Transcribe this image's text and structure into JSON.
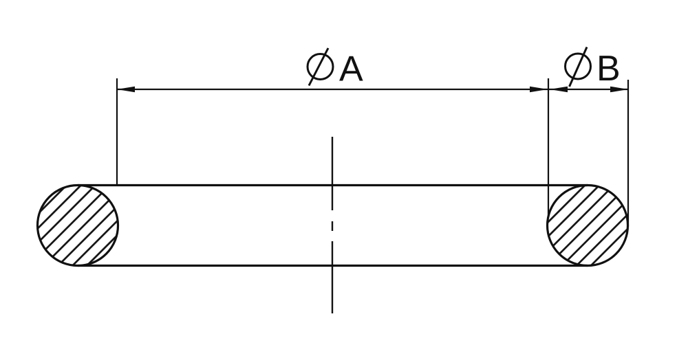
{
  "drawing": {
    "description": "O-ring section view with diameter dimensions",
    "labels": {
      "dim_a": {
        "symbol": "⌀",
        "letter": "A"
      },
      "dim_b": {
        "symbol": "⌀",
        "letter": "B"
      }
    },
    "colors": {
      "line": "#111111",
      "background": "#ffffff"
    }
  }
}
